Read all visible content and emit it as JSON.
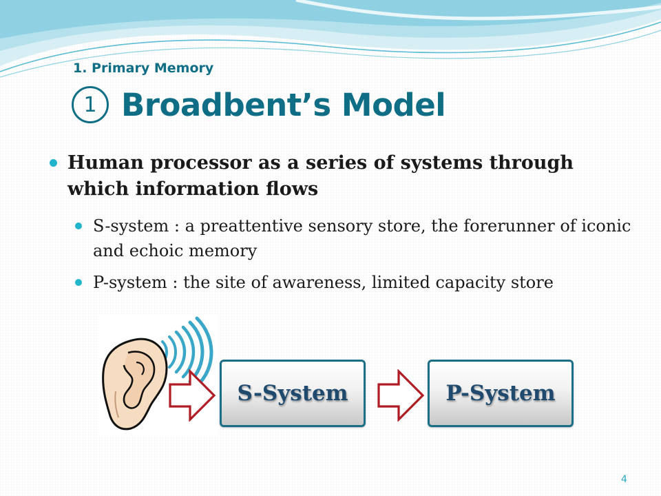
{
  "slide": {
    "section": "1. Primary Memory",
    "title_number": "1",
    "title": "Broadbent’s Model",
    "page_number": "4"
  },
  "bullets": {
    "main": "Human processor as a series of systems through which information flows",
    "sub": [
      "S-system : a preattentive sensory store, the forerunner of iconic and echoic memory",
      "P-system : the site of awareness, limited capacity store"
    ]
  },
  "diagram": {
    "input_icon": "ear-with-sound-waves-icon",
    "arrow_icon": "right-arrow-icon",
    "boxes": [
      "S-System",
      "P-System"
    ]
  },
  "colors": {
    "title": "#0f6e86",
    "bullet": "#21b4cc",
    "arrow": "#b01c24",
    "box_border": "#1a6e86",
    "box_text": "#1f4a6e"
  }
}
